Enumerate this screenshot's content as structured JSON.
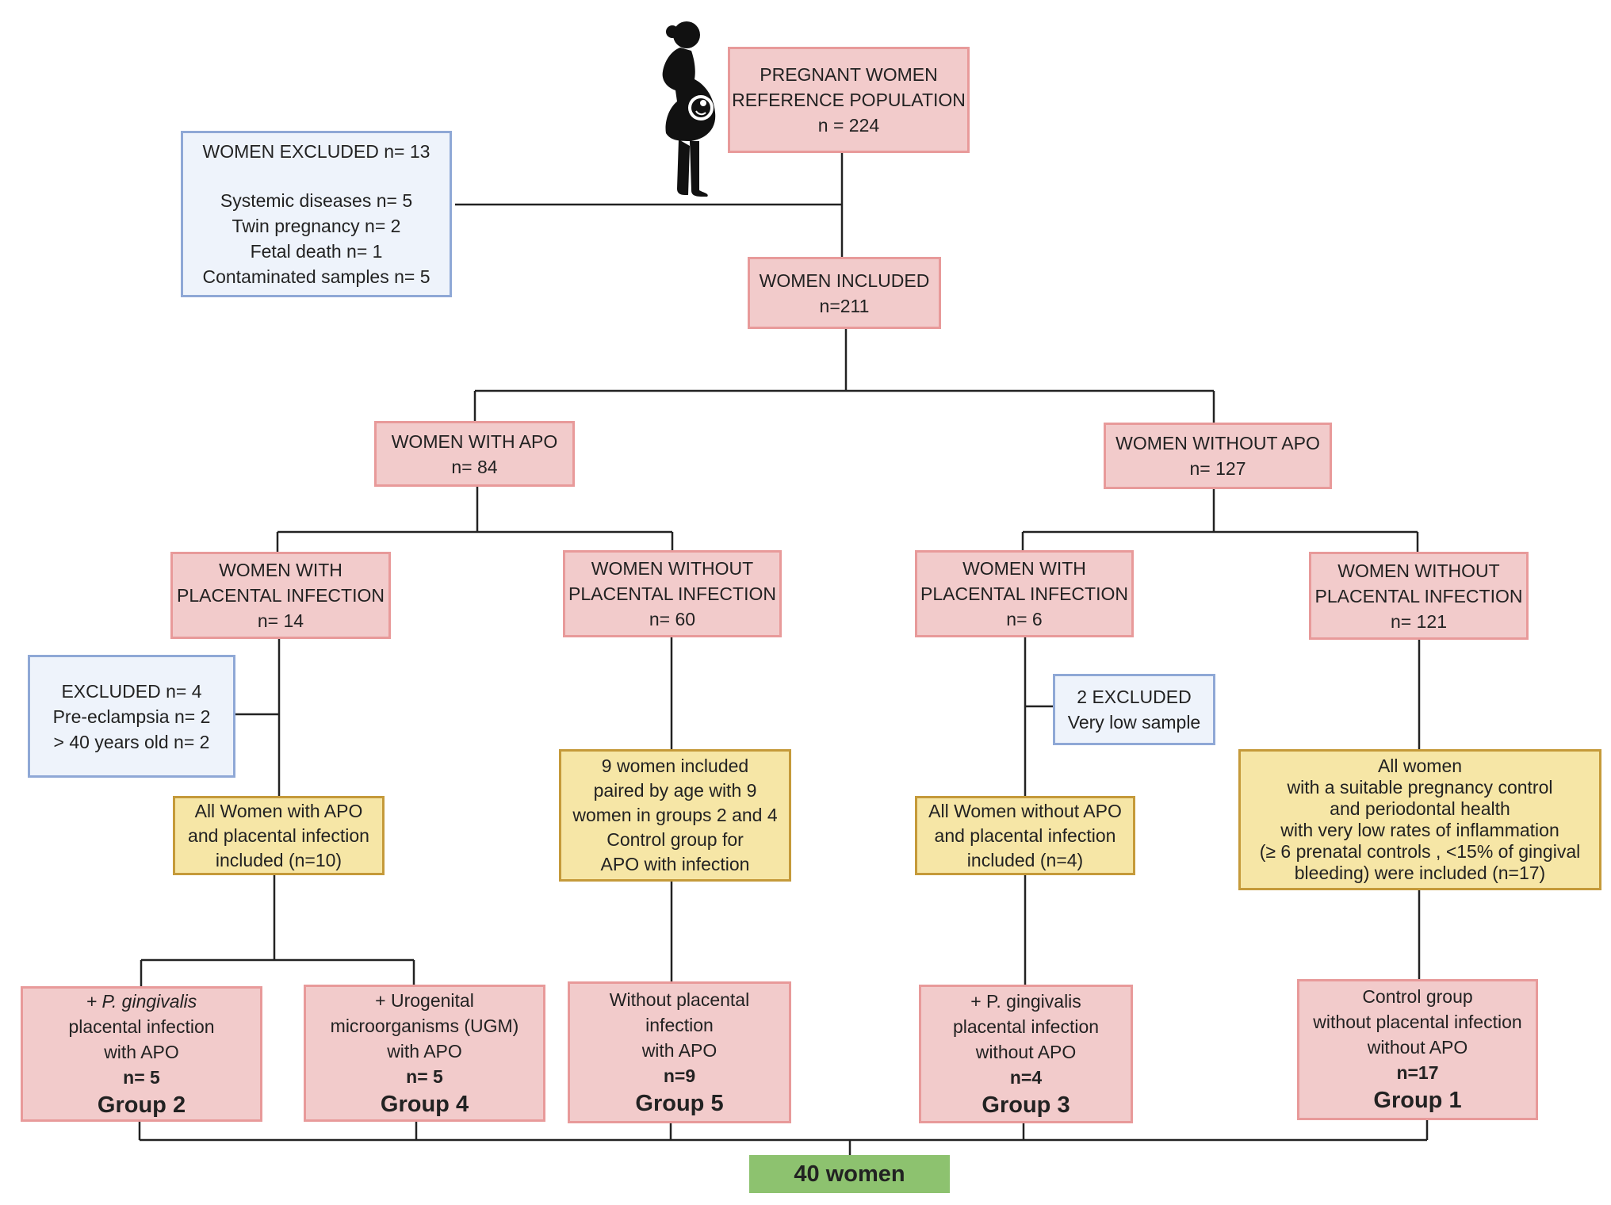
{
  "population": {
    "line1": "PREGNANT WOMEN",
    "line2": "REFERENCE POPULATION",
    "n": "n = 224"
  },
  "excluded_main": {
    "title": "WOMEN EXCLUDED n= 13",
    "items": [
      "Systemic diseases n= 5",
      "Twin pregnancy n= 2",
      "Fetal death n= 1",
      "Contaminated samples n= 5"
    ]
  },
  "included": {
    "line1": "WOMEN INCLUDED",
    "n": "n=211"
  },
  "with_apo": {
    "line1": "WOMEN WITH APO",
    "n": "n= 84"
  },
  "without_apo": {
    "line1": "WOMEN WITHOUT APO",
    "n": "n= 127"
  },
  "apo_inf": {
    "line1": "WOMEN WITH",
    "line2": "PLACENTAL INFECTION",
    "n": "n= 14"
  },
  "apo_noinf": {
    "line1": "WOMEN WITHOUT",
    "line2": "PLACENTAL INFECTION",
    "n": "n= 60"
  },
  "noapo_inf": {
    "line1": "WOMEN WITH",
    "line2": "PLACENTAL INFECTION",
    "n": "n= 6"
  },
  "noapo_noinf": {
    "line1": "WOMEN WITHOUT",
    "line2": "PLACENTAL INFECTION",
    "n": "n= 121"
  },
  "excluded_apo": {
    "line1": "EXCLUDED n= 4",
    "line2": "Pre-eclampsia n= 2",
    "line3": "> 40 years old  n= 2"
  },
  "excluded_noapo": {
    "line1": "2 EXCLUDED",
    "line2": "Very low sample"
  },
  "sel_apo_inf": {
    "line1": "All Women with APO",
    "line2": "and placental infection",
    "line3": "included (n=10)"
  },
  "sel_apo_noinf": {
    "line1": "9 women included",
    "line2": "paired by age  with 9",
    "line3": "women in  groups 2 and 4",
    "line4": "Control group for",
    "line5": "APO with infection"
  },
  "sel_noapo_inf": {
    "line1": "All Women without APO",
    "line2": "and placental infection",
    "line3": "included (n=4)"
  },
  "sel_noapo_noinf": {
    "line1": "All women",
    "line2": "with a suitable pregnancy control",
    "line3": "and periodontal health",
    "line4": "with very low rates of inflammation",
    "line5": "(≥ 6 prenatal controls , <15% of gingival",
    "line6": "bleeding) were included (n=17)"
  },
  "g2": {
    "line1": "+ P. gingivalis",
    "line2": "placental infection",
    "line3": "with  APO",
    "n": "n= 5",
    "group": "Group 2"
  },
  "g4": {
    "line1": "+ Urogenital",
    "line2": "microorganisms (UGM)",
    "line3": "with APO",
    "n": "n= 5",
    "group": "Group 4"
  },
  "g5": {
    "line1": "Without placental",
    "line2": "infection",
    "line3": "with APO",
    "n": "n=9",
    "group": "Group 5"
  },
  "g3": {
    "line1": "+ P. gingivalis",
    "line2": "placental infection",
    "line3": "without APO",
    "n": "n=4",
    "group": "Group 3"
  },
  "g1": {
    "line1": "Control group",
    "line2": "without placental infection",
    "line3": "without APO",
    "n": "n=17",
    "group": "Group 1"
  },
  "total": {
    "label": "40 women"
  }
}
